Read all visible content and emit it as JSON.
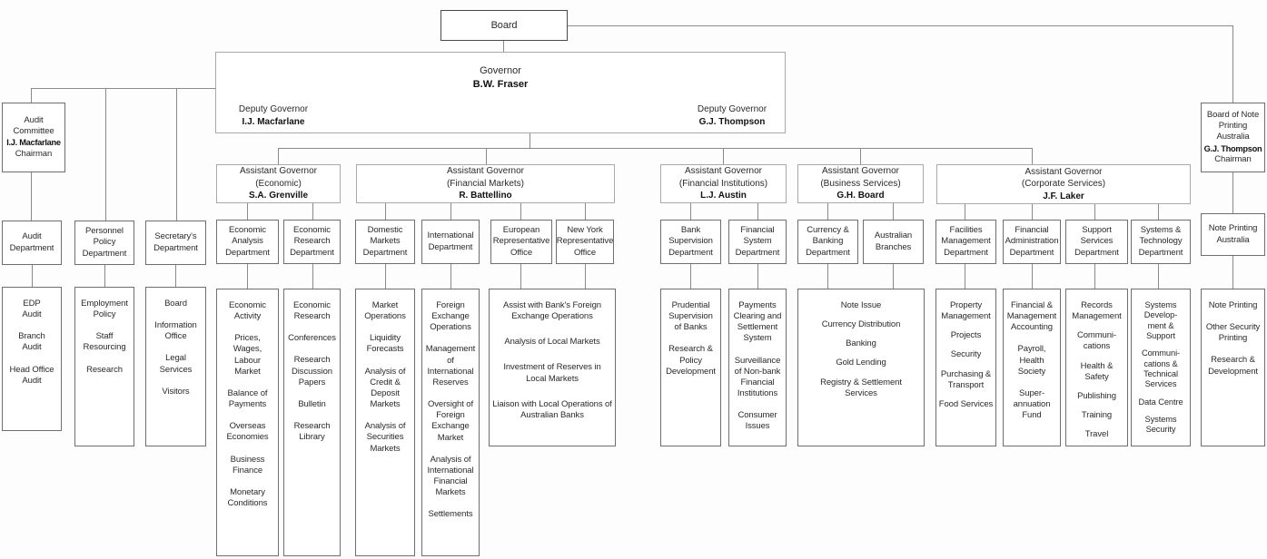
{
  "colors": {
    "background": "#fdfdfd",
    "box_border": "#6e6e6e",
    "large_box_border": "#a9a9a9",
    "connector_line": "#8a8a8a",
    "text": "#2a2a2a"
  },
  "board": {
    "label": "Board"
  },
  "governor": {
    "title": "Governor",
    "name": "B.W. Fraser"
  },
  "deputies": {
    "left": {
      "title": "Deputy Governor",
      "name": "I.J. Macfarlane"
    },
    "right": {
      "title": "Deputy Governor",
      "name": "G.J. Thompson"
    }
  },
  "audit_committee": {
    "title": "Audit\nCommittee",
    "name": "I.J. Macfarlane",
    "role": "Chairman"
  },
  "note_printing_board": {
    "title": "Board of Note\nPrinting\nAustralia",
    "name": "G.J. Thompson",
    "role": "Chairman"
  },
  "assistant_governors": {
    "economic": {
      "title": "Assistant Governor\n(Economic)",
      "name": "S.A. Grenville"
    },
    "financial_markets": {
      "title": "Assistant Governor\n(Financial Markets)",
      "name": "R. Battellino"
    },
    "financial_institutions": {
      "title": "Assistant Governor\n(Financial Institutions)",
      "name": "L.J. Austin"
    },
    "business_services": {
      "title": "Assistant Governor\n(Business Services)",
      "name": "G.H. Board"
    },
    "corporate_services": {
      "title": "Assistant Governor\n(Corporate Services)",
      "name": "J.F. Laker"
    }
  },
  "departments": {
    "audit": "Audit\nDepartment",
    "personnel": "Personnel\nPolicy\nDepartment",
    "secretarys": "Secretary's\nDepartment",
    "econ_analysis": "Economic\nAnalysis\nDepartment",
    "econ_research": "Economic\nResearch\nDepartment",
    "domestic_markets": "Domestic\nMarkets\nDepartment",
    "international": "International\nDepartment",
    "european": "European\nRepresentative\nOffice",
    "new_york": "New York\nRepresentative\nOffice",
    "bank_supervision": "Bank\nSupervision\nDepartment",
    "financial_system": "Financial\nSystem\nDepartment",
    "currency_banking": "Currency &\nBanking\nDepartment",
    "australian_branches": "Australian\nBranches",
    "facilities": "Facilities\nManagement\nDepartment",
    "financial_admin": "Financial\nAdministration\nDepartment",
    "support_services": "Support\nServices\nDepartment",
    "systems_technology": "Systems &\nTechnology\nDepartment",
    "note_printing_australia": "Note Printing\nAustralia"
  },
  "details": {
    "audit": [
      "EDP\nAudit",
      "Branch\nAudit",
      "Head Office\nAudit"
    ],
    "personnel": [
      "Employment\nPolicy",
      "Staff\nResourcing",
      "Research"
    ],
    "secretarys": [
      "Board",
      "Information\nOffice",
      "Legal\nServices",
      "Visitors"
    ],
    "econ_analysis": [
      "Economic\nActivity",
      "Prices,\nWages,\nLabour\nMarket",
      "Balance of\nPayments",
      "Overseas\nEconomies",
      "Business\nFinance",
      "Monetary\nConditions"
    ],
    "econ_research": [
      "Economic\nResearch",
      "Conferences",
      "Research\nDiscussion\nPapers",
      "Bulletin",
      "Research\nLibrary"
    ],
    "domestic_markets": [
      "Market\nOperations",
      "Liquidity\nForecasts",
      "Analysis of\nCredit &\nDeposit\nMarkets",
      "Analysis of\nSecurities\nMarkets"
    ],
    "international": [
      "Foreign\nExchange\nOperations",
      "Management\nof\nInternational\nReserves",
      "Oversight of\nForeign\nExchange\nMarket",
      "Analysis of\nInternational\nFinancial\nMarkets",
      "Settlements"
    ],
    "rep_offices": [
      "Assist with Bank's Foreign\nExchange Operations",
      "Analysis of Local Markets",
      "Investment of Reserves in\nLocal Markets",
      "Liaison with Local Operations of\nAustralian Banks"
    ],
    "bank_supervision": [
      "Prudential\nSupervision\nof Banks",
      "Research &\nPolicy\nDevelopment"
    ],
    "financial_system": [
      "Payments\nClearing and\nSettlement\nSystem",
      "Surveillance\nof Non-bank\nFinancial\nInstitutions",
      "Consumer\nIssues"
    ],
    "currency_branches": [
      "Note Issue",
      "Currency Distribution",
      "Banking",
      "Gold Lending",
      "Registry & Settlement\nServices"
    ],
    "facilities": [
      "Property\nManagement",
      "Projects",
      "Security",
      "Purchasing &\nTransport",
      "Food Services"
    ],
    "financial_admin": [
      "Financial &\nManagement\nAccounting",
      "Payroll,\nHealth\nSociety",
      "Super-\nannuation\nFund"
    ],
    "support_services": [
      "Records\nManagement",
      "Communi-\ncations",
      "Health &\nSafety",
      "Publishing",
      "Training",
      "Travel"
    ],
    "systems_technology": [
      "Systems\nDevelop-\nment &\nSupport",
      "Communi-\ncations &\nTechnical\nServices",
      "Data Centre",
      "Systems\nSecurity"
    ],
    "note_printing": [
      "Note Printing",
      "Other Security\nPrinting",
      "Research &\nDevelopment"
    ]
  }
}
